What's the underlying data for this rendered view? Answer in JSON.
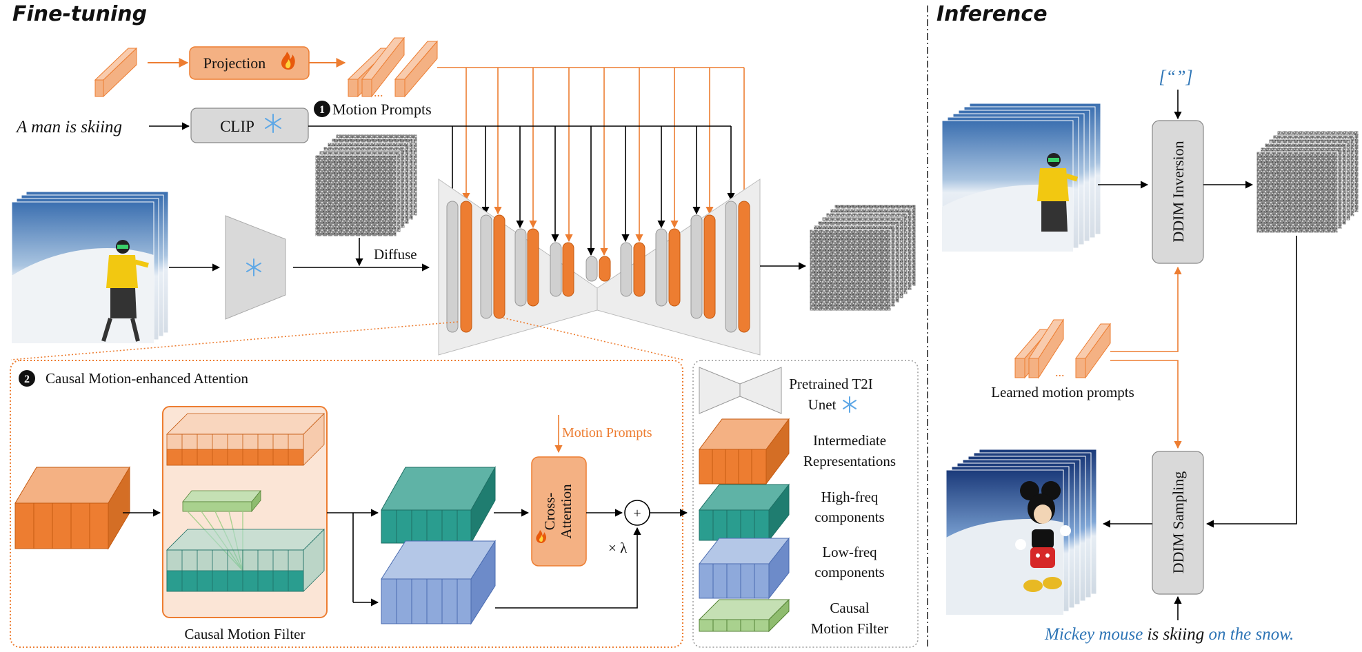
{
  "finetune": {
    "title": "Fine-tuning",
    "projection": "Projection",
    "clip": "CLIP",
    "prompt_text": "A man is skiing",
    "motion_prompts": "Motion Prompts",
    "step1": "1",
    "diffuse": "Diffuse",
    "ellipsis": "...",
    "cmea_step": "2",
    "cmea_title": "Causal Motion-enhanced Attention",
    "cmf_label": "Causal Motion Filter",
    "motion_prompts_orange": "Motion Prompts",
    "cross_attention": [
      "Cross-",
      "Attention"
    ],
    "plus": "+",
    "lambda": "× λ"
  },
  "legend": {
    "items": [
      {
        "lines": [
          "Pretrained T2I",
          "Unet"
        ],
        "icon": "snowflake-icon"
      },
      {
        "lines": [
          "Intermediate",
          "Representations"
        ],
        "color": "#ed7d31"
      },
      {
        "lines": [
          "High-freq",
          "components"
        ],
        "color": "#2a9d8f"
      },
      {
        "lines": [
          "Low-freq",
          "components"
        ],
        "color": "#7f9cd9"
      },
      {
        "lines": [
          "Causal",
          "Motion Filter"
        ],
        "color": "#9fd18a"
      }
    ]
  },
  "inference": {
    "title": "Inference",
    "empty_prompt": "[“”]",
    "ddim_inversion": "DDIM Inversion",
    "ddim_sampling": "DDIM Sampling",
    "learned_prompts": "Learned motion prompts",
    "ellipsis": "...",
    "output_caption": {
      "part1": "Mickey mouse",
      "part2": " is skiing ",
      "part3": "on the snow."
    }
  },
  "colors": {
    "orange": "#ed7d31",
    "orange_light": "#f4b183",
    "teal": "#2a9d8f",
    "blue": "#8ea9db",
    "green": "#a9d18e",
    "gray_box": "#d9d9d9",
    "caption_blue": "#2e75b6"
  }
}
